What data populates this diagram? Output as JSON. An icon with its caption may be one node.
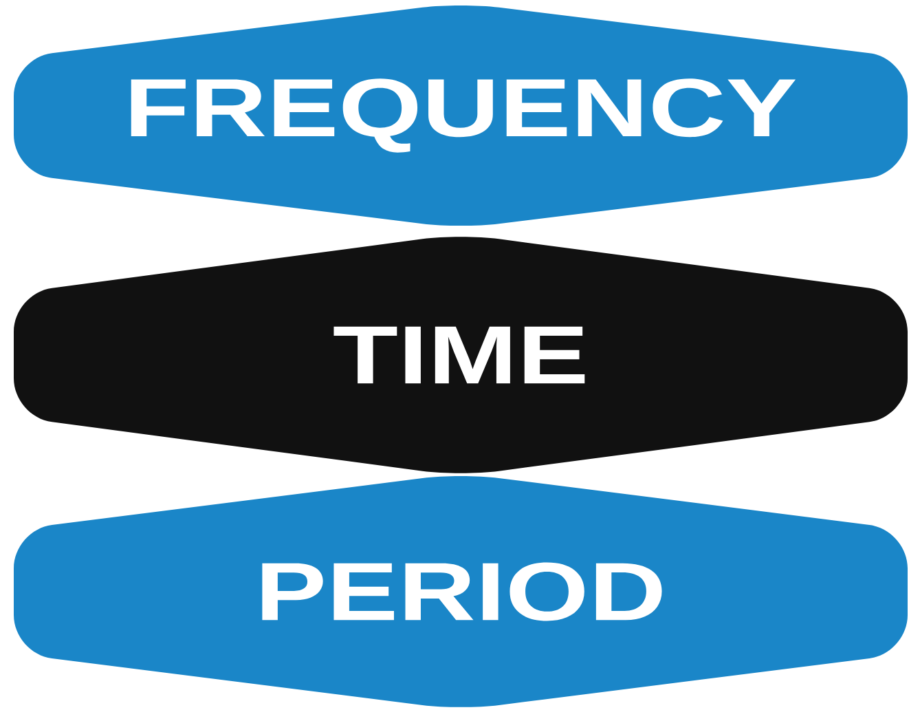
{
  "diagram": {
    "nodes": [
      {
        "text": [
          "FREQUENCY"
        ]
      },
      {
        "text": [
          "TIME"
        ]
      },
      {
        "text": [
          "PERIOD"
        ]
      }
    ]
  }
}
